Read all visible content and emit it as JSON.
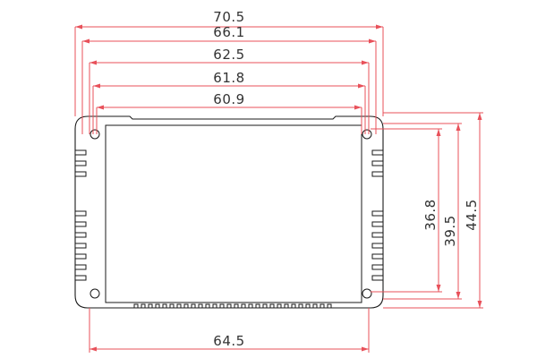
{
  "dimensions": {
    "horizontal": [
      {
        "id": "overall-width",
        "label": "70.5"
      },
      {
        "id": "hole-span-width",
        "label": "66.1"
      },
      {
        "id": "slot-outer-width",
        "label": "62.5"
      },
      {
        "id": "slot-inner-width",
        "label": "61.8"
      },
      {
        "id": "cavity-width",
        "label": "60.9"
      },
      {
        "id": "base-width",
        "label": "64.5"
      }
    ],
    "vertical": [
      {
        "id": "hole-spacing-height",
        "label": "36.8"
      },
      {
        "id": "inner-height",
        "label": "39.5"
      },
      {
        "id": "overall-height",
        "label": "44.5"
      }
    ]
  },
  "colors": {
    "outline": "#1a1a1a",
    "dimension_line": "#e8515a",
    "dimension_text": "#333333",
    "background": "#ffffff"
  }
}
